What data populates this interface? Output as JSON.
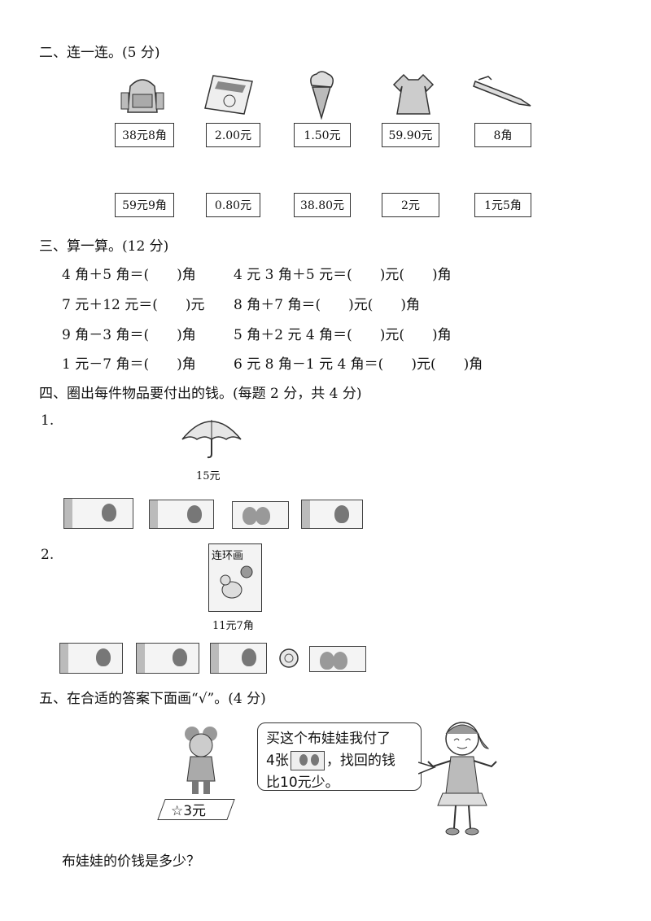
{
  "section2": {
    "title": "二、连一连。(5 分)",
    "top_prices": [
      "38元8角",
      "2.00元",
      "1.50元",
      "59.90元",
      "8角"
    ],
    "bottom_prices": [
      "59元9角",
      "0.80元",
      "38.80元",
      "2元",
      "1元5角"
    ]
  },
  "section3": {
    "title": "三、算一算。(12 分)",
    "rows": [
      [
        "4 角＋5 角＝(　　)角",
        "4 元 3 角＋5 元＝(　　)元(　　)角"
      ],
      [
        "7 元＋12 元＝(　　)元",
        "8 角＋7 角＝(　　)元(　　)角"
      ],
      [
        "9 角－3 角＝(　　)角",
        "5 角＋2 元 4 角＝(　　)元(　　)角"
      ],
      [
        "1 元－7 角＝(　　)角",
        "6 元 8 角－1 元 4 角＝(　　)元(　　)角"
      ]
    ]
  },
  "section4": {
    "title": "四、圈出每件物品要付出的钱。(每题 2 分，共 4 分)",
    "q1": {
      "num": "1.",
      "price": "15元"
    },
    "q2": {
      "num": "2.",
      "price": "11元7角",
      "book_title": "连环画"
    }
  },
  "section5": {
    "title": "五、在合适的答案下面画“√”。(4 分)",
    "tag": "☆3元",
    "bubble_line1": "买这个布娃娃我付了",
    "bubble_line2_pre": "4张",
    "bubble_line2_post": "，找回的钱",
    "bubble_line3": "比10元少。",
    "question": "布娃娃的价钱是多少？"
  }
}
